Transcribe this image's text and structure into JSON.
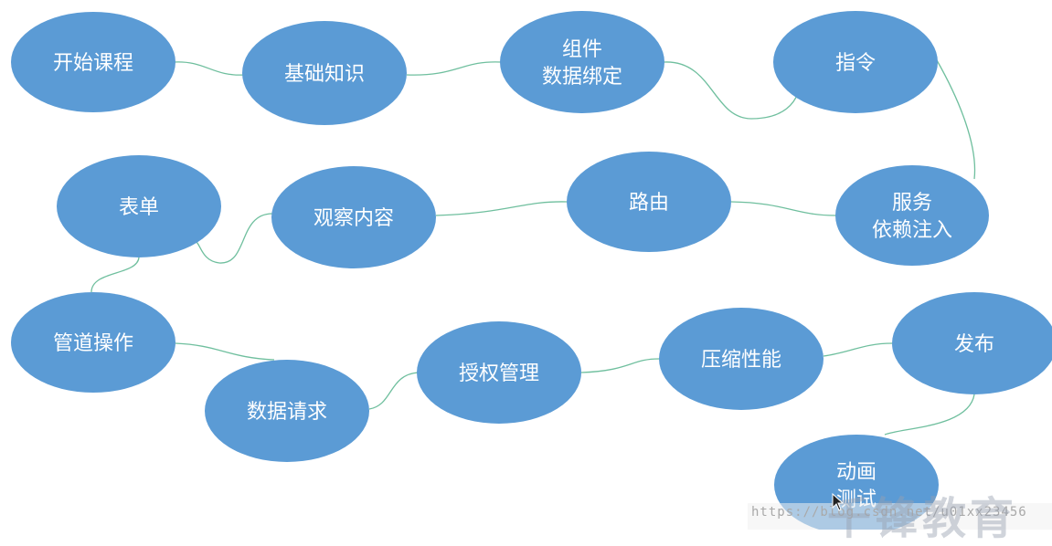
{
  "diagram": {
    "colors": {
      "node_fill": "#5b9bd5",
      "node_text": "#ffffff",
      "connector": "#6fbf9e"
    },
    "nodes": [
      {
        "id": "start-course",
        "lines": [
          "开始课程"
        ]
      },
      {
        "id": "basic-knowledge",
        "lines": [
          "基础知识"
        ]
      },
      {
        "id": "component-data-binding",
        "lines": [
          "组件",
          "数据绑定"
        ]
      },
      {
        "id": "directives",
        "lines": [
          "指令"
        ]
      },
      {
        "id": "services-di",
        "lines": [
          "服务",
          "依赖注入"
        ]
      },
      {
        "id": "routing",
        "lines": [
          "路由"
        ]
      },
      {
        "id": "observables",
        "lines": [
          "观察内容"
        ]
      },
      {
        "id": "forms",
        "lines": [
          "表单"
        ]
      },
      {
        "id": "pipes",
        "lines": [
          "管道操作"
        ]
      },
      {
        "id": "data-requests",
        "lines": [
          "数据请求"
        ]
      },
      {
        "id": "auth-management",
        "lines": [
          "授权管理"
        ]
      },
      {
        "id": "compression-performance",
        "lines": [
          "压缩性能"
        ]
      },
      {
        "id": "publish",
        "lines": [
          "发布"
        ]
      },
      {
        "id": "animation-testing",
        "lines": [
          "动画",
          "测试"
        ]
      }
    ],
    "edges": [
      [
        "start-course",
        "basic-knowledge"
      ],
      [
        "basic-knowledge",
        "component-data-binding"
      ],
      [
        "component-data-binding",
        "directives"
      ],
      [
        "directives",
        "services-di"
      ],
      [
        "services-di",
        "routing"
      ],
      [
        "routing",
        "observables"
      ],
      [
        "observables",
        "forms"
      ],
      [
        "forms",
        "pipes"
      ],
      [
        "pipes",
        "data-requests"
      ],
      [
        "data-requests",
        "auth-management"
      ],
      [
        "auth-management",
        "compression-performance"
      ],
      [
        "compression-performance",
        "publish"
      ],
      [
        "publish",
        "animation-testing"
      ]
    ]
  },
  "watermark": {
    "url": "https://blog.csdn.net/u01xx23456",
    "logo": "千锋教育",
    "cursor": "cursor-icon"
  }
}
